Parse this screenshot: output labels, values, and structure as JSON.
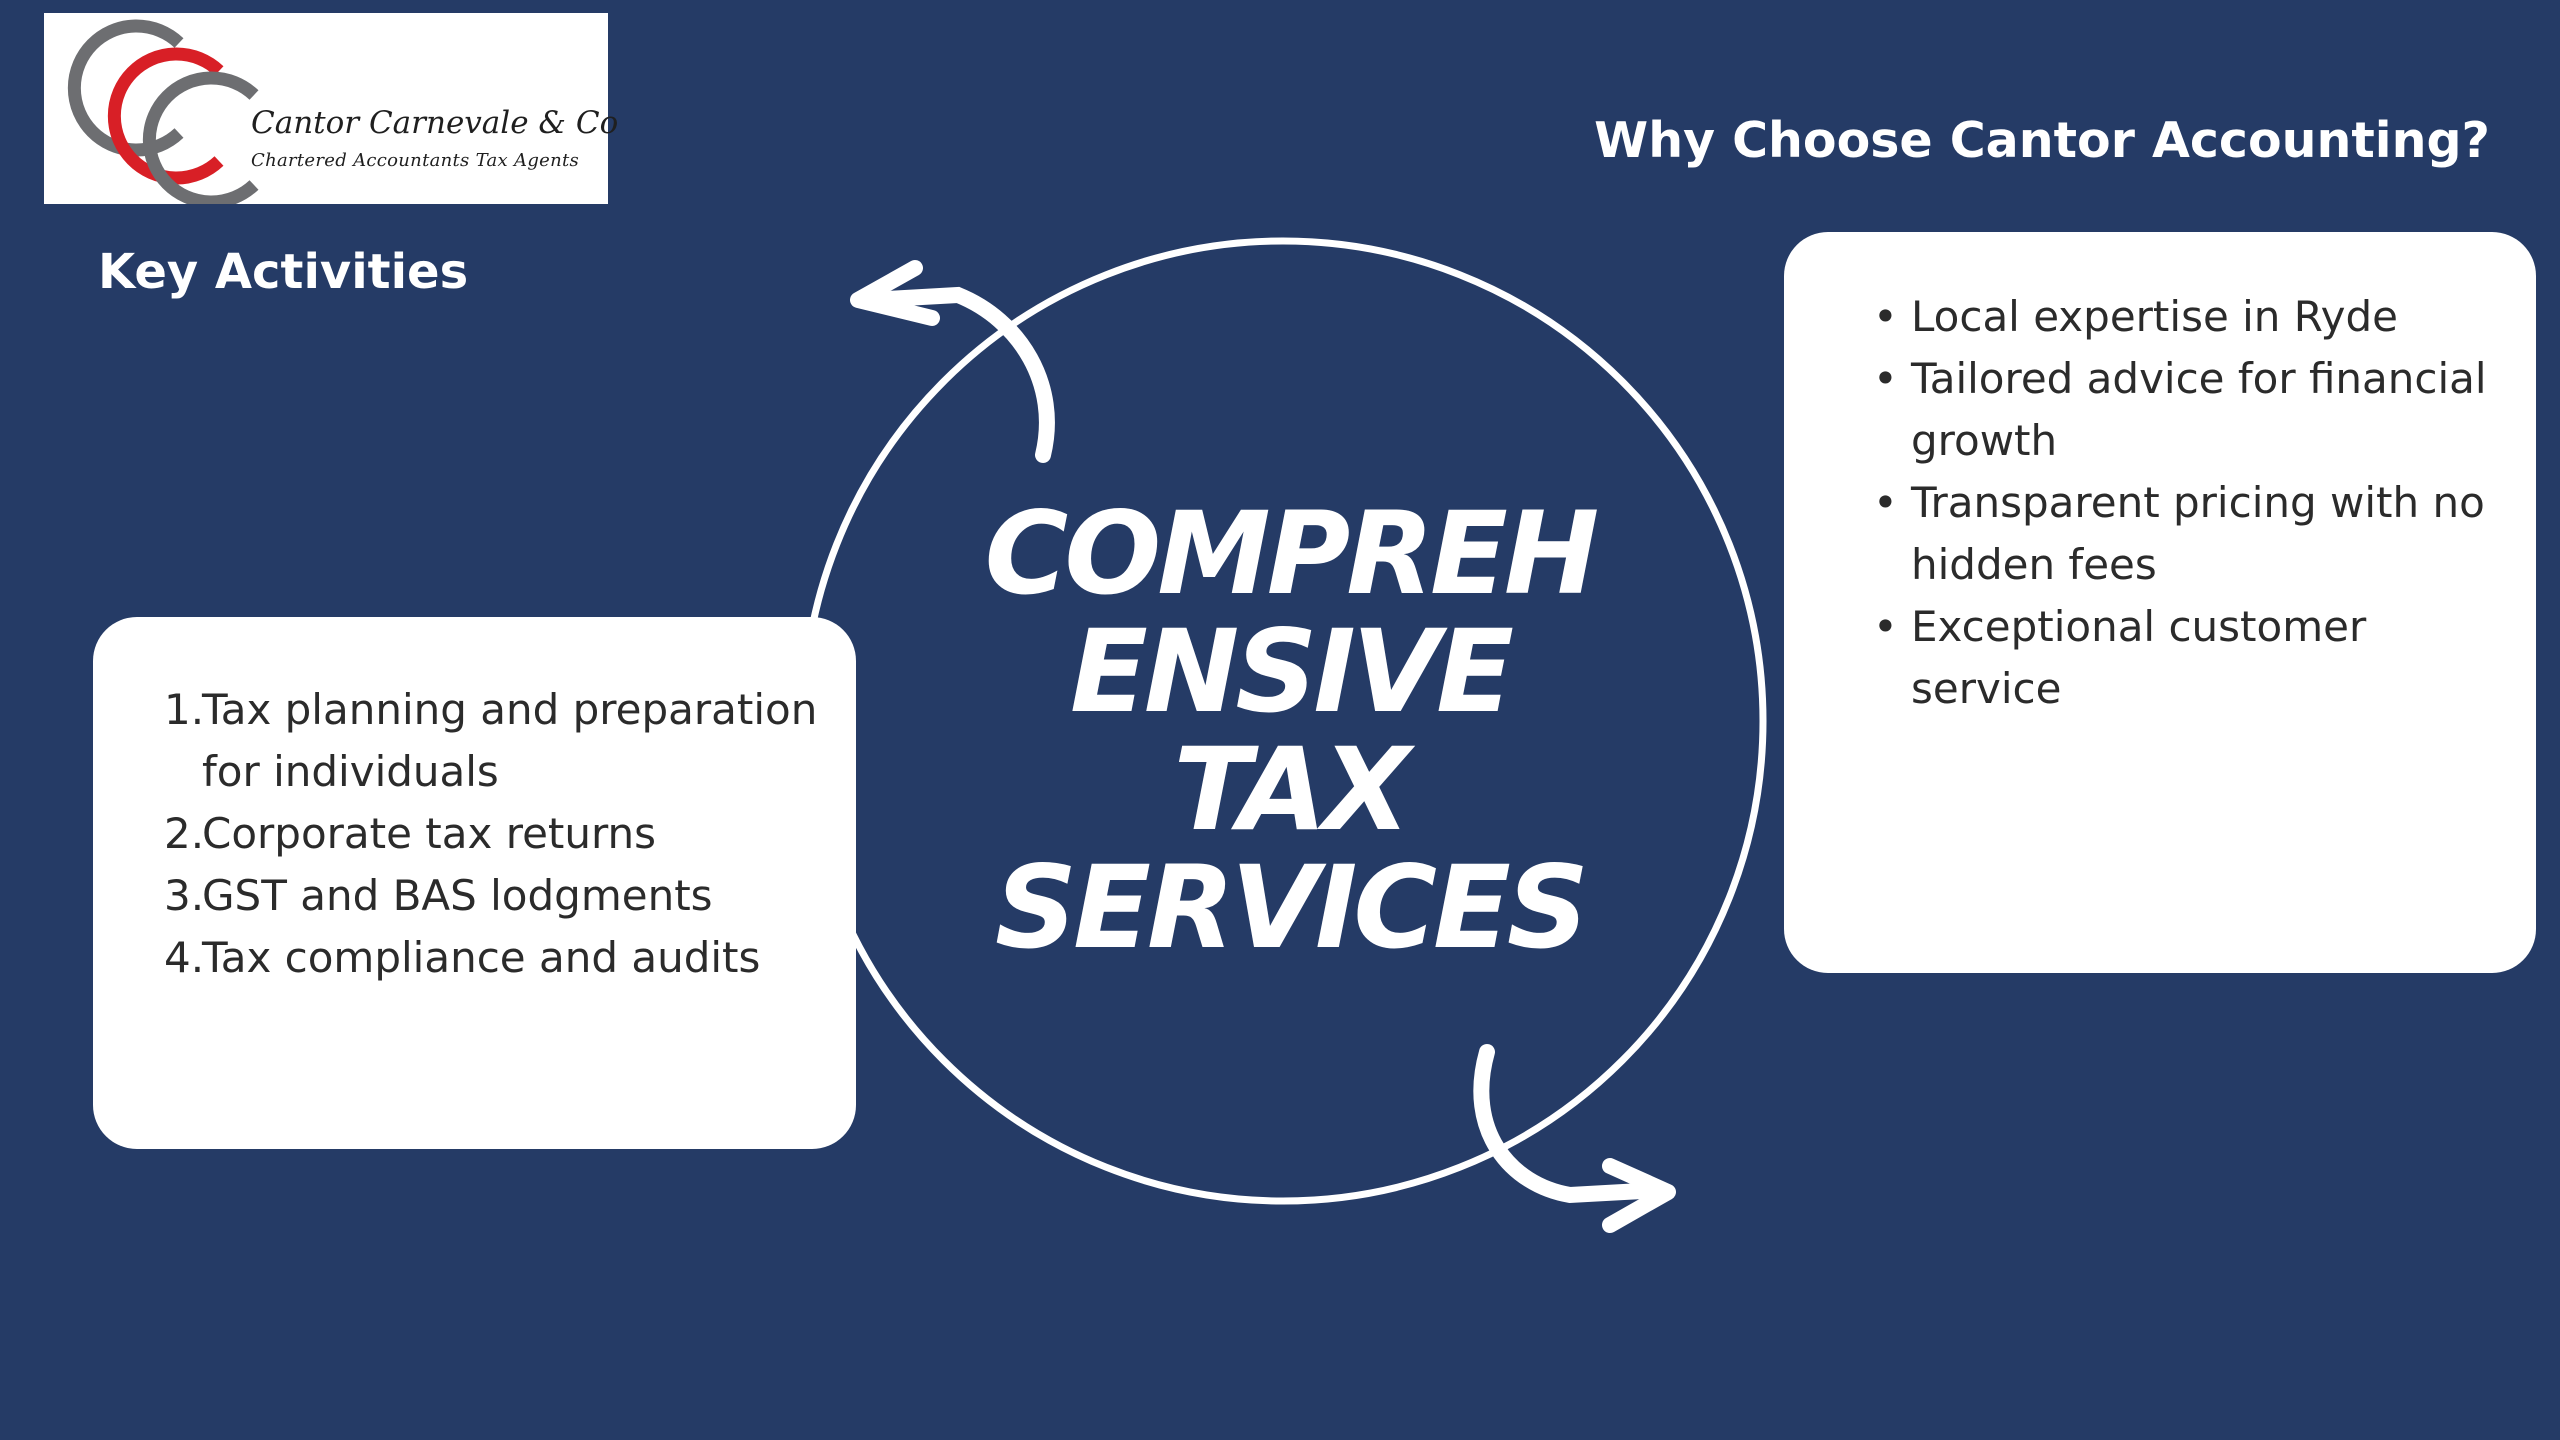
{
  "logo": {
    "name": "Cantor Carnevale & Co",
    "tagline": "Chartered Accountants Tax Agents",
    "colors": {
      "red": "#d81f26",
      "gray": "#6d6e71"
    }
  },
  "key_activities": {
    "heading": "Key Activities",
    "items": [
      {
        "marker": "1.",
        "text": "Tax planning and preparation for individuals"
      },
      {
        "marker": "2.",
        "text": "Corporate tax returns"
      },
      {
        "marker": "3.",
        "text": "GST and BAS lodgments"
      },
      {
        "marker": "4.",
        "text": "Tax compliance and audits"
      }
    ]
  },
  "center": {
    "lines": [
      "COMPREH",
      "ENSIVE",
      "TAX",
      "SERVICES"
    ]
  },
  "why_choose": {
    "heading": "Why Choose Cantor Accounting?",
    "items": [
      {
        "marker": "•",
        "text": "Local expertise in Ryde"
      },
      {
        "marker": "•",
        "text": "Tailored advice for financial growth"
      },
      {
        "marker": "•",
        "text": "Transparent pricing with no hidden fees"
      },
      {
        "marker": "•",
        "text": "Exceptional customer service"
      }
    ]
  },
  "colors": {
    "background": "#253b66",
    "card": "#ffffff",
    "text_light": "#ffffff",
    "text_dark": "#2b2b2b"
  },
  "icons": [
    "circular-arrow-top-icon",
    "circular-arrow-bottom-icon"
  ]
}
